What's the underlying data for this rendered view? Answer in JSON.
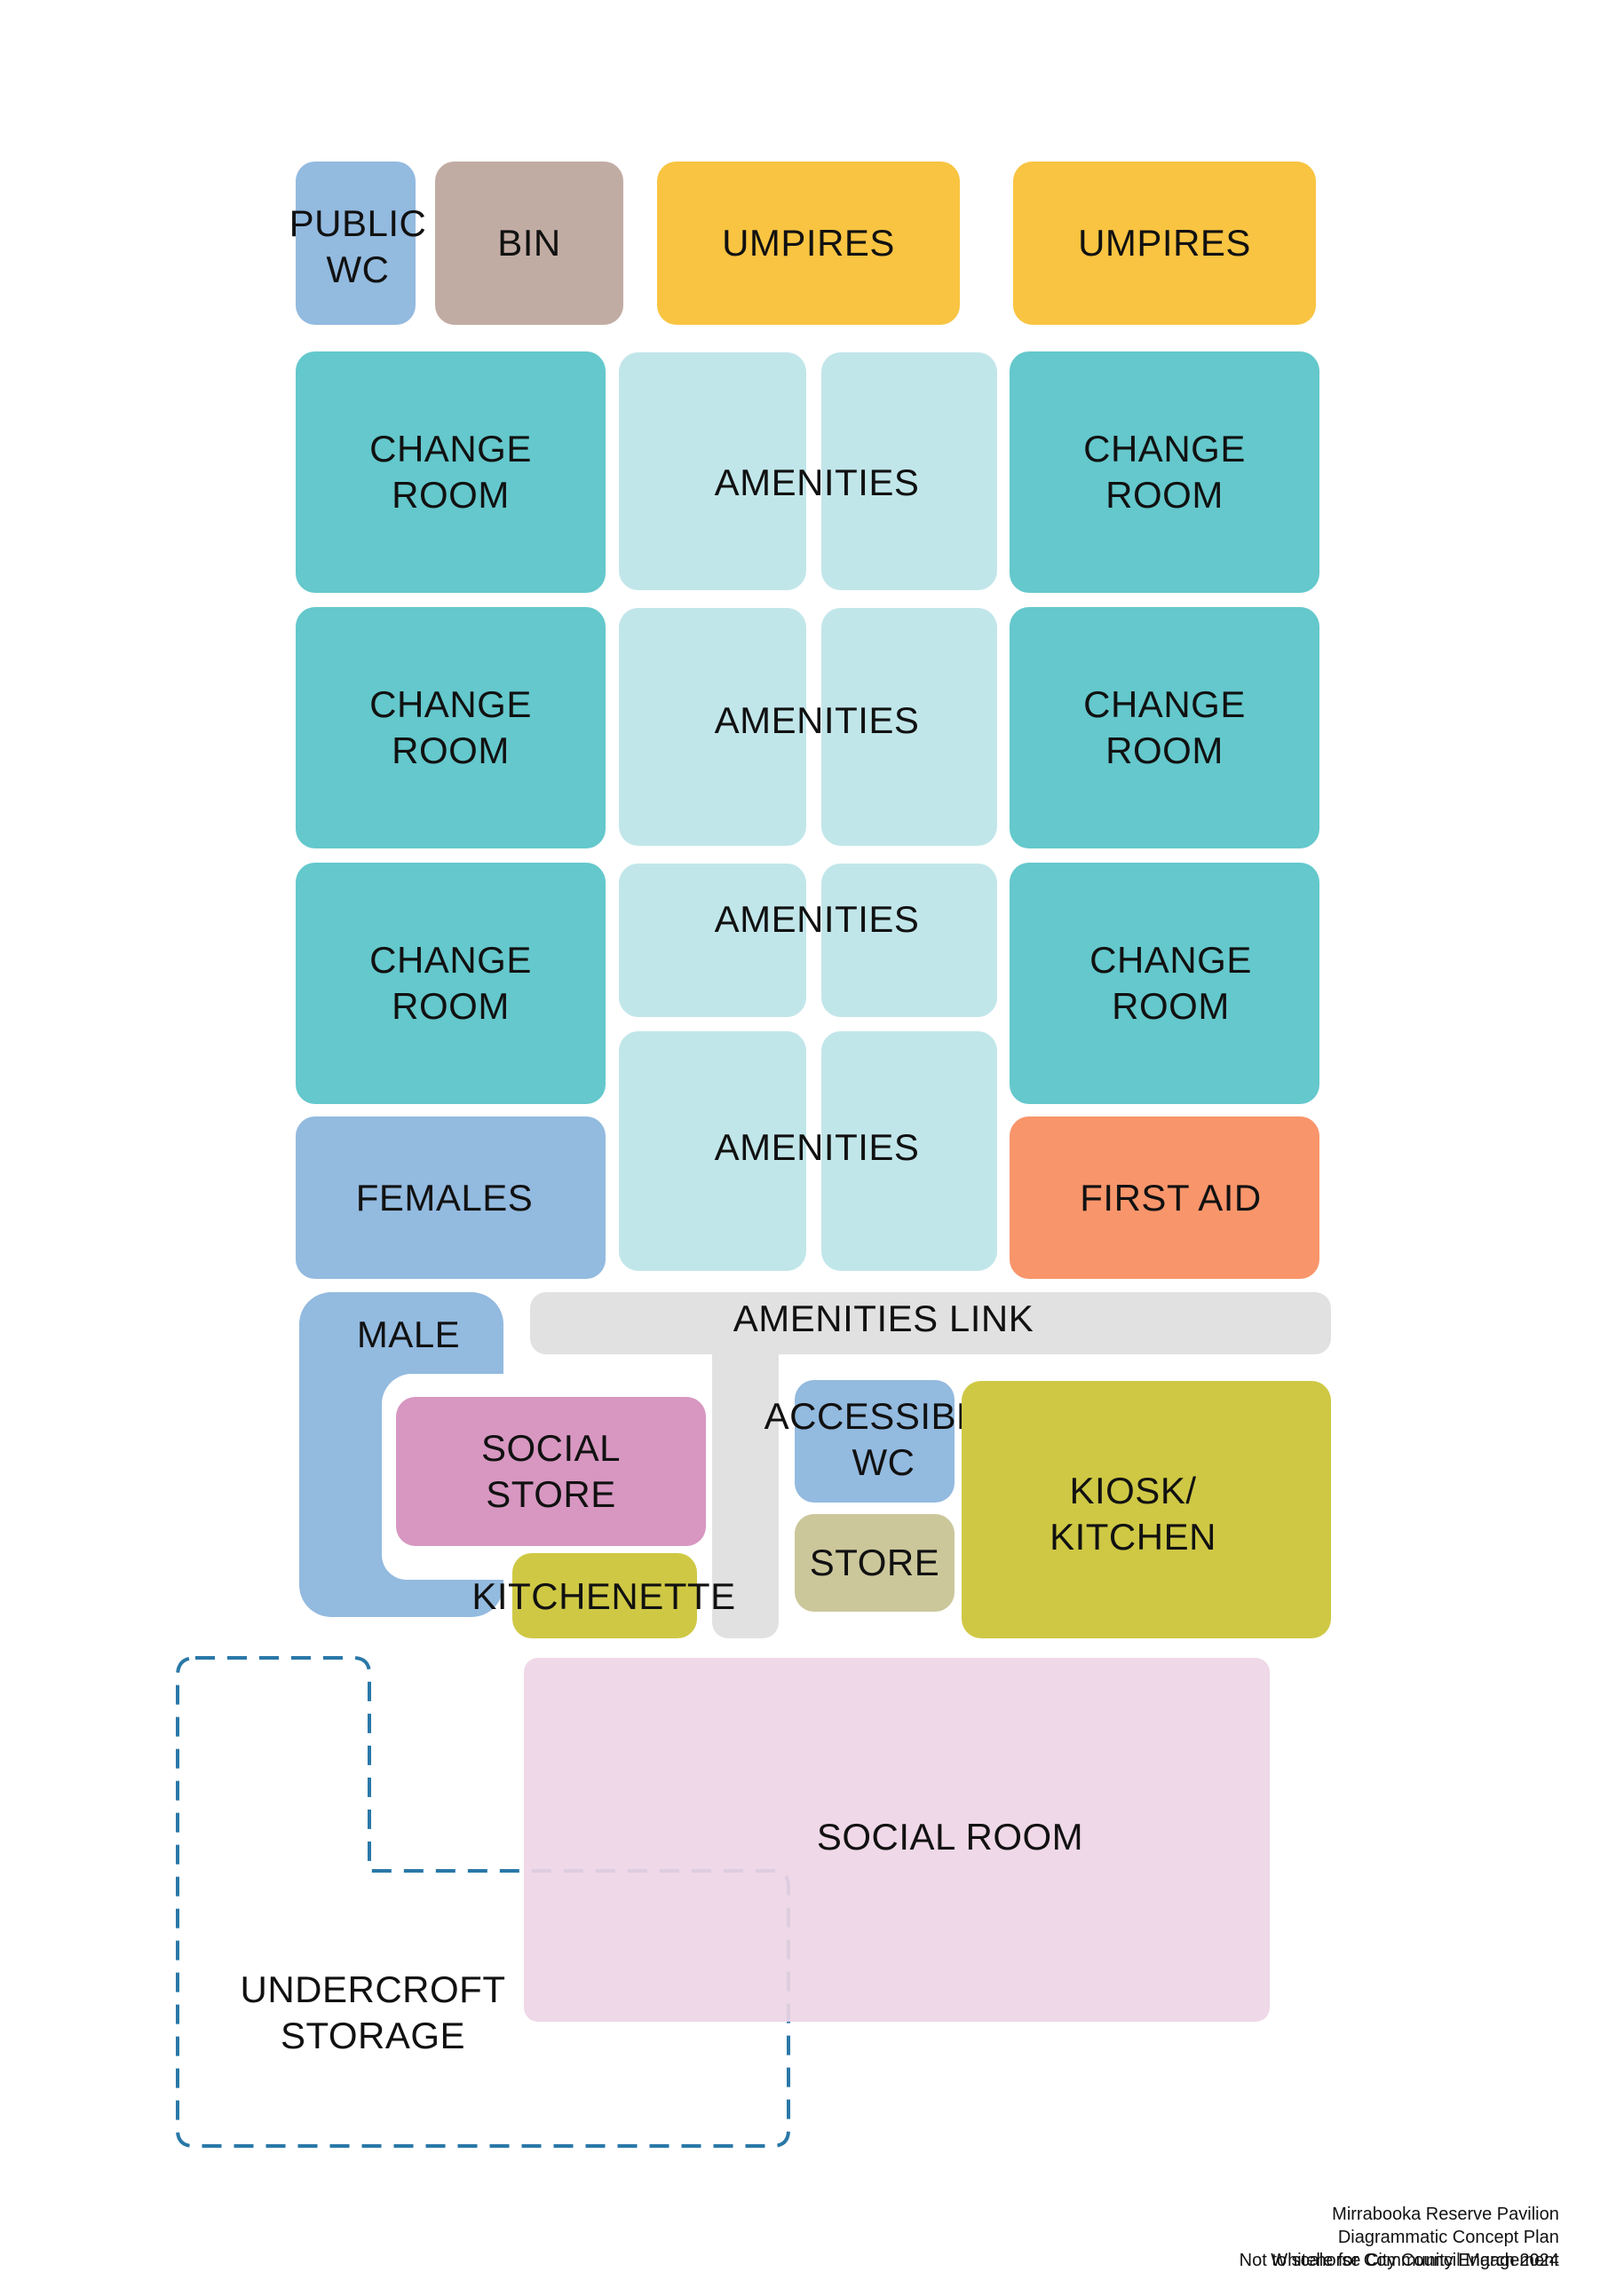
{
  "colors": {
    "public_wc": "#93badf",
    "bin": "#c1aca3",
    "umpires": "#f8c441",
    "change_room": "#64c8cc",
    "amenities": "#c1e6ea",
    "females": "#93badf",
    "first_aid": "#f8956b",
    "amenities_link": "#e1e1e1",
    "male": "#93badf",
    "social_store": "#d797c1",
    "kitchenette": "#cfc844",
    "accessible_wc": "#93badf",
    "store": "#cbc79b",
    "kiosk_kitchen": "#cfc844",
    "social_room": "#eed5e5",
    "undercroft_outline": "#2a78a8"
  },
  "rooms": {
    "public_wc": "PUBLIC\nWC",
    "bin": "BIN",
    "umpires_left": "UMPIRES",
    "umpires_right": "UMPIRES",
    "change_room_1l": "CHANGE\nROOM",
    "change_room_1r": "CHANGE\nROOM",
    "change_room_2l": "CHANGE\nROOM",
    "change_room_2r": "CHANGE\nROOM",
    "change_room_3l": "CHANGE\nROOM",
    "change_room_3r": "CHANGE\nROOM",
    "amenities_1": "AMENITIES",
    "amenities_2": "AMENITIES",
    "amenities_3": "AMENITIES",
    "amenities_4": "AMENITIES",
    "females": "FEMALES",
    "first_aid": "FIRST AID",
    "amenities_link": "AMENITIES LINK",
    "male": "MALE",
    "social_store": "SOCIAL\nSTORE",
    "kitchenette": "KITCHENETTE",
    "accessible_wc": "ACCESSIBLE\nWC",
    "store": "STORE",
    "kiosk_kitchen": "KIOSK/\nKITCHEN",
    "social_room": "SOCIAL ROOM",
    "undercroft_storage": "UNDERCROFT\nSTORAGE"
  },
  "footer": {
    "line1": "Mirrabooka Reserve Pavilion",
    "line2": "Diagrammatic Concept Plan",
    "line3": "Not to scale for Community Engagement",
    "line4": "Whitehorse City Council March 2024"
  }
}
